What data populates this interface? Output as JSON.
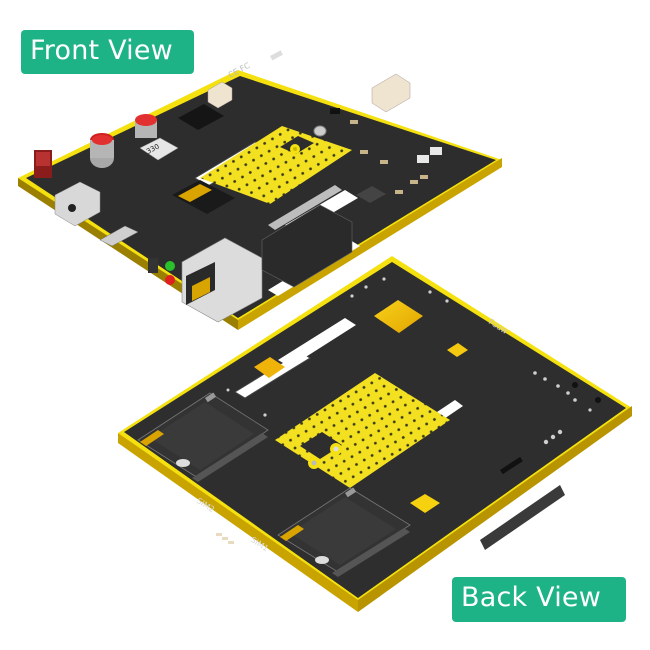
{
  "labels": {
    "front": "Front View",
    "back": "Back View"
  },
  "silkscreen": {
    "sim1": "SIM1",
    "sim2": "SIM2",
    "inductor": "330",
    "brand": "Fuuw"
  },
  "colors": {
    "badge": "#1db386",
    "badge_text": "#ffffff",
    "pcb": "#2b2b2b",
    "pcb_edge": "#1a1a1a",
    "gold": "#f5e10f",
    "gold_dark": "#d9a400",
    "background": "#ffffff"
  }
}
